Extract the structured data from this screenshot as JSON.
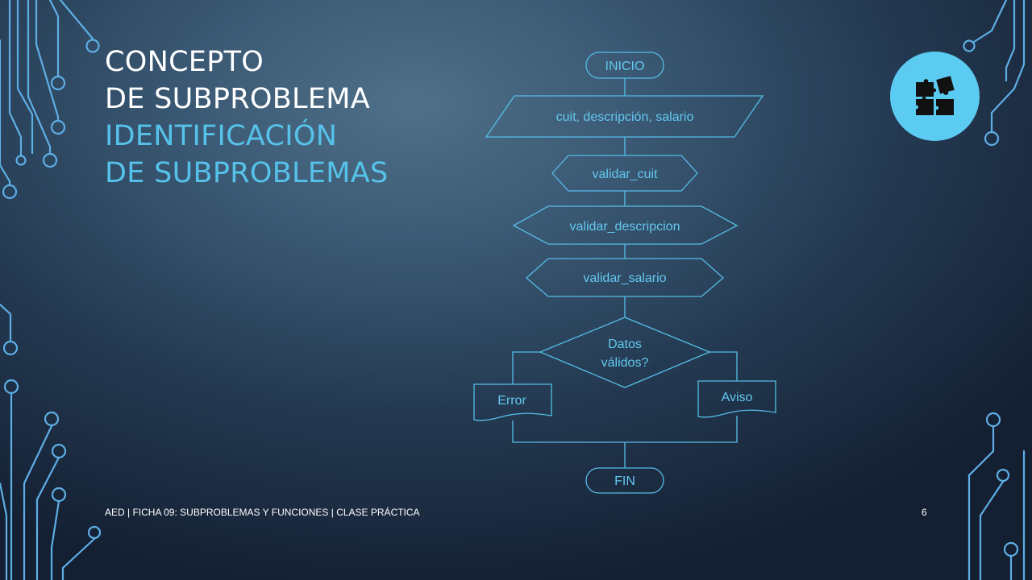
{
  "slide": {
    "title_lines": [
      "CONCEPTO",
      "DE SUBPROBLEMA"
    ],
    "subtitle_lines": [
      "IDENTIFICACIÓN",
      "DE SUBPROBLEMAS"
    ],
    "footer": "AED | FICHA 09: SUBPROBLEMAS Y FUNCIONES | CLASE PRÁCTICA",
    "page_number": "6",
    "icon": "puzzle-icon",
    "colors": {
      "accent": "#56c2ea",
      "badge": "#5ccbf1",
      "title": "#ffffff",
      "background_dark": "#141f32"
    }
  },
  "flowchart": {
    "start": "INICIO",
    "input": "cuit, descripción, salario",
    "subprocesses": [
      "validar_cuit",
      "validar_descripcion",
      "validar_salario"
    ],
    "decision": [
      "Datos",
      "válidos?"
    ],
    "false_branch": "Error",
    "true_branch": "Aviso",
    "end": "FIN"
  }
}
